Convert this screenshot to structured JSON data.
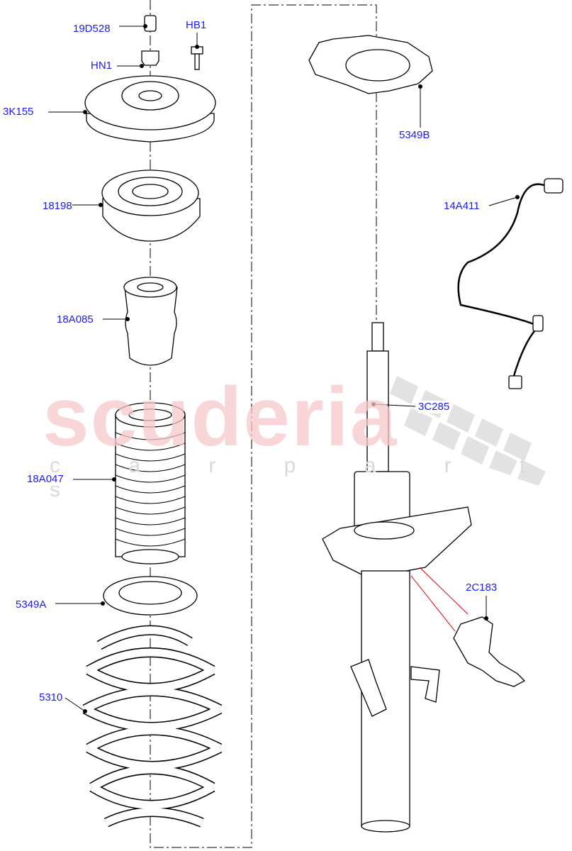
{
  "watermark": {
    "brand": "scuderia",
    "sub": "c a r p a r t s",
    "brand_color": "#f6c9cc"
  },
  "label_color": "#1a1aff",
  "callout_color": "#e00000",
  "parts": [
    {
      "id": "19D528"
    },
    {
      "id": "HB1"
    },
    {
      "id": "HN1"
    },
    {
      "id": "3K155"
    },
    {
      "id": "18198"
    },
    {
      "id": "18A085"
    },
    {
      "id": "18A047"
    },
    {
      "id": "5349A"
    },
    {
      "id": "5310"
    },
    {
      "id": "5349B"
    },
    {
      "id": "14A411"
    },
    {
      "id": "3C285"
    },
    {
      "id": "2C183"
    }
  ]
}
